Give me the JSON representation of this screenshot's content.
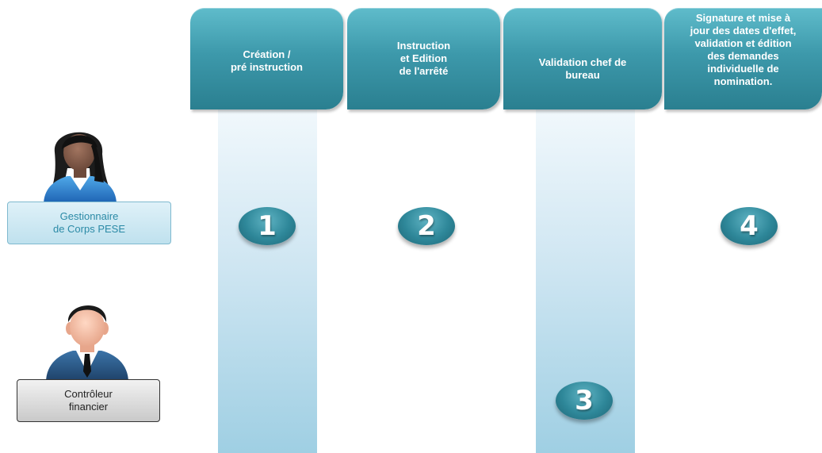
{
  "steps": [
    {
      "number": "1",
      "title": "Création /\npré instruction"
    },
    {
      "number": "2",
      "title": "Instruction\net Edition\nde l'arrêté"
    },
    {
      "number": "3",
      "title": "Validation chef de\nbureau"
    },
    {
      "number": "4",
      "title": "Signature et mise à\njour des dates d'effet,\nvalidation et édition\ndes demandes\nindividuelle de\nnomination."
    }
  ],
  "actors": {
    "gestionnaire": {
      "label": "Gestionnaire\nde Corps PESE",
      "icon": "businesswoman-icon"
    },
    "controleur": {
      "label": "Contrôleur\nfinancier",
      "icon": "businessman-icon"
    }
  },
  "colors": {
    "header": "#3d99ab",
    "badge": "#2e8799",
    "lane": "#9fcfe3",
    "gestionnaire_text": "#2b8aa6"
  }
}
